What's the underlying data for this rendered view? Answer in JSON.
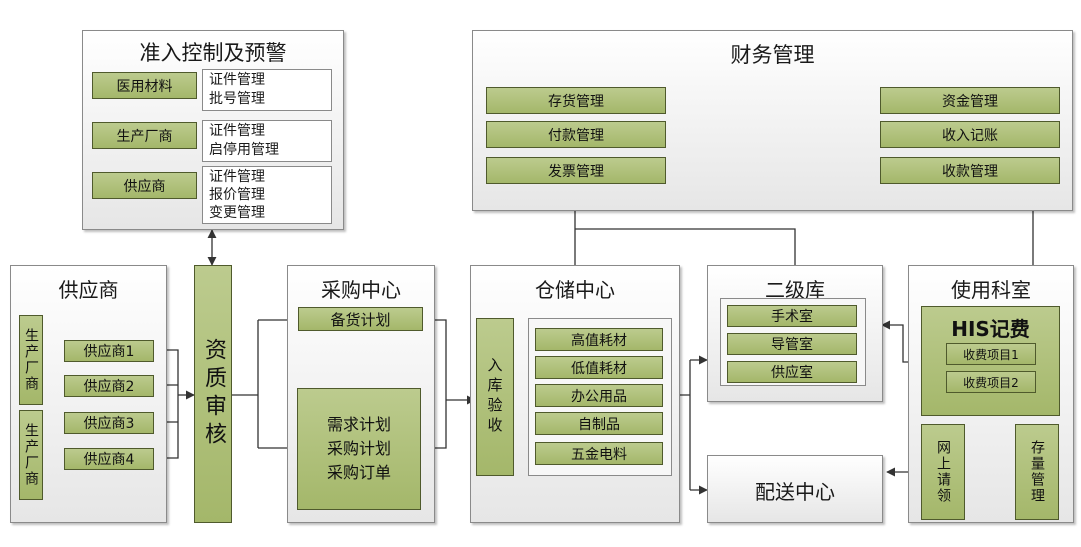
{
  "access_control": {
    "title": "准入控制及预警",
    "rows": [
      {
        "label": "医用材料",
        "items": [
          "证件管理",
          "批号管理"
        ]
      },
      {
        "label": "生产厂商",
        "items": [
          "证件管理",
          "启停用管理"
        ]
      },
      {
        "label": "供应商",
        "items": [
          "证件管理",
          "报价管理",
          "变更管理"
        ]
      }
    ]
  },
  "finance": {
    "title": "财务管理",
    "left_items": [
      "存货管理",
      "付款管理",
      "发票管理"
    ],
    "right_items": [
      "资金管理",
      "收入记账",
      "收款管理"
    ]
  },
  "supplier": {
    "title": "供应商",
    "manufacturer_label": "生产厂商",
    "suppliers": [
      "供应商1",
      "供应商2",
      "供应商3",
      "供应商4"
    ]
  },
  "qualification_review": "资质审核",
  "purchase_center": {
    "title": "采购中心",
    "stock_plan": "备货计划",
    "plans": [
      "需求计划",
      "采购计划",
      "采购订单"
    ]
  },
  "warehouse": {
    "title": "仓储中心",
    "inbound": "入库验收",
    "items": [
      "高值耗材",
      "低值耗材",
      "办公用品",
      "自制品",
      "五金电料"
    ]
  },
  "secondary_store": {
    "title": "二级库",
    "items": [
      "手术室",
      "导管室",
      "供应室"
    ]
  },
  "departments": {
    "title": "使用科室",
    "his_title": "HIS记费",
    "fee_items": [
      "收费项目1",
      "收费项目2"
    ],
    "online_request": "网上请领",
    "stock_management": "存量管理"
  },
  "distribution_center": "配送中心"
}
